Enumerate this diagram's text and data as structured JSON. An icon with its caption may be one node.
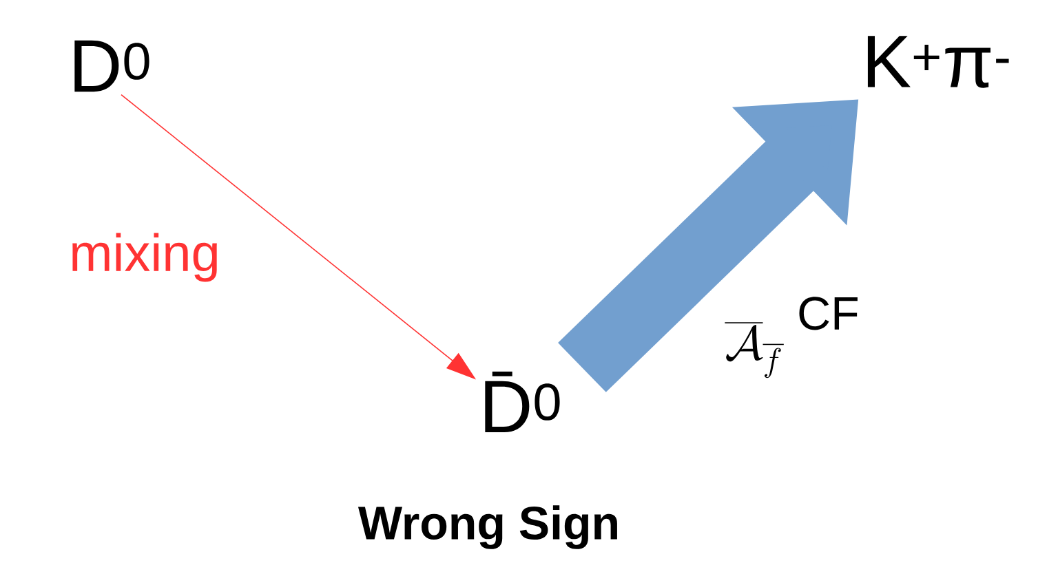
{
  "diagram": {
    "caption": "Wrong Sign",
    "nodes": [
      {
        "text": [
          "D$^{0}$"
        ]
      },
      {
        "text": [
          "D̄$^{0}$"
        ]
      },
      {
        "text": [
          "K$^{+}$π$^{-}$"
        ]
      }
    ],
    "edges": [
      {
        "from": 0,
        "to": 1,
        "arrow": "to",
        "label": "mixing",
        "color": "#ff3333"
      },
      {
        "from": 1,
        "to": 2,
        "arrow": "to",
        "style": "thick",
        "color": "#729fcf",
        "label": "\\overline{\\mathcal{A}}_{\\overline{f}}\\;\\raisebox{1.2ex}{\\textsf{CF}}"
      }
    ]
  }
}
